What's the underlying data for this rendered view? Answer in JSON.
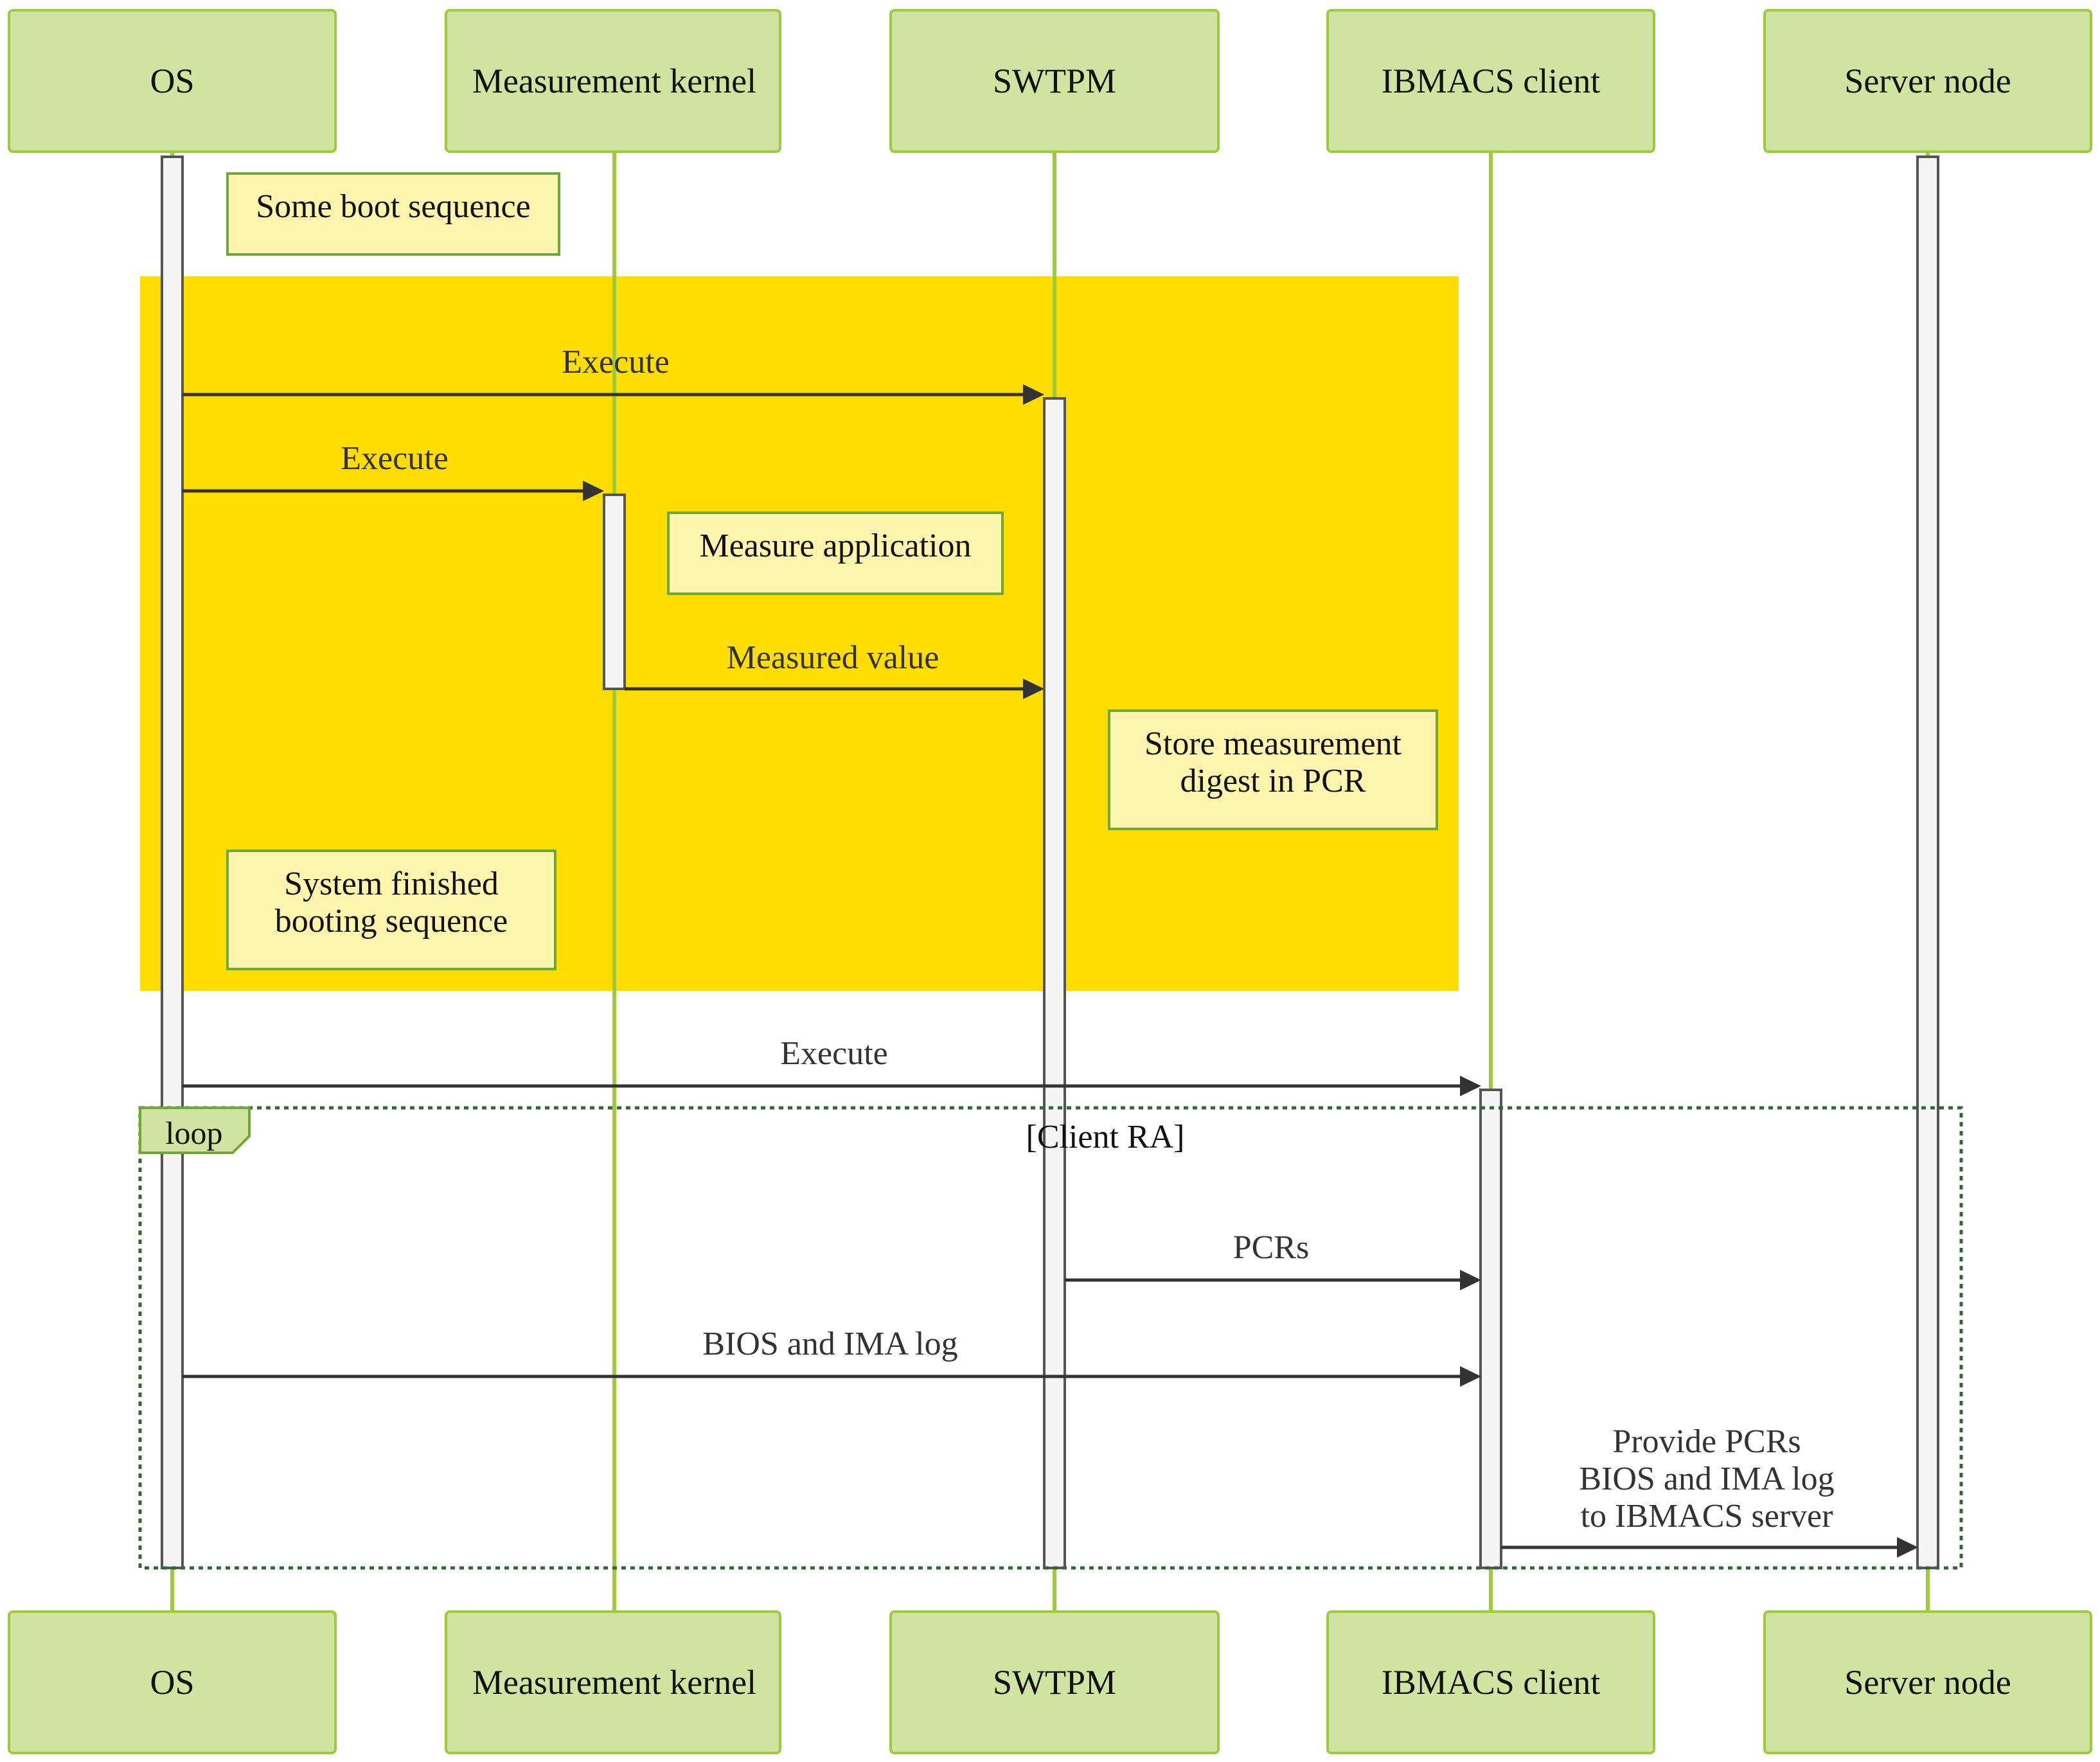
{
  "actors": [
    {
      "id": "os",
      "label": "OS"
    },
    {
      "id": "mk",
      "label": "Measurement kernel"
    },
    {
      "id": "swtpm",
      "label": "SWTPM"
    },
    {
      "id": "ibmacs",
      "label": "IBMACS client"
    },
    {
      "id": "server",
      "label": "Server node"
    }
  ],
  "notes": [
    {
      "id": "boot",
      "lines": [
        "Some boot sequence"
      ]
    },
    {
      "id": "measure",
      "lines": [
        "Measure application"
      ]
    },
    {
      "id": "store",
      "lines": [
        "Store measurement",
        "digest in PCR"
      ]
    },
    {
      "id": "finished",
      "lines": [
        "System finished",
        "booting sequence"
      ]
    }
  ],
  "messages": [
    {
      "id": "m1",
      "from": "os",
      "to": "swtpm",
      "lines": [
        "Execute"
      ]
    },
    {
      "id": "m2",
      "from": "os",
      "to": "mk",
      "lines": [
        "Execute"
      ]
    },
    {
      "id": "m3",
      "from": "mk",
      "to": "swtpm",
      "lines": [
        "Measured value"
      ]
    },
    {
      "id": "m4",
      "from": "os",
      "to": "ibmacs",
      "lines": [
        "Execute"
      ]
    },
    {
      "id": "m5",
      "from": "swtpm",
      "to": "ibmacs",
      "lines": [
        "PCRs"
      ]
    },
    {
      "id": "m6",
      "from": "os",
      "to": "ibmacs",
      "lines": [
        "BIOS and IMA log"
      ]
    },
    {
      "id": "m7",
      "from": "ibmacs",
      "to": "server",
      "lines": [
        "Provide PCRs",
        "BIOS and IMA log",
        "to IBMACS server"
      ]
    }
  ],
  "loop": {
    "label": "loop",
    "condition": "[Client RA]"
  },
  "colors": {
    "actor_fill": "#cfe4a0",
    "lifeline": "#9ccc3c",
    "note_fill": "#fdf5ae",
    "highlight_block": "#ffdd00",
    "loop_frame": "#2e6b2e"
  }
}
